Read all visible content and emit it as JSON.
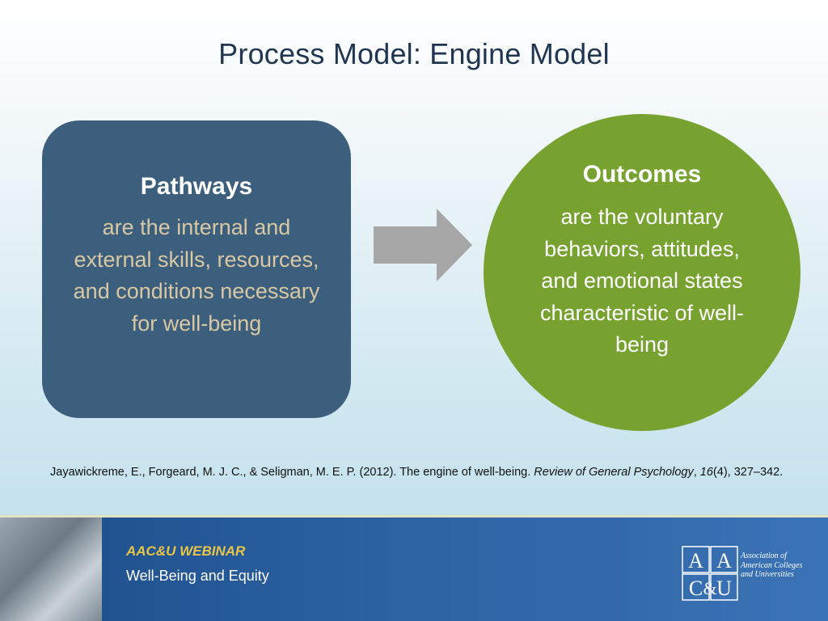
{
  "slide": {
    "title": "Process Model: Engine Model"
  },
  "pathways": {
    "heading": "Pathways",
    "text": "are the internal and external skills, resources, and conditions necessary for well-being",
    "box_color": "#3b5f7d",
    "text_color": "#d9c8a3"
  },
  "arrow": {
    "icon": "right-arrow-icon",
    "color": "#a6a6a6"
  },
  "outcomes": {
    "heading": "Outcomes",
    "text": "are the voluntary behaviors, attitudes, and emotional states characteristic of well-being",
    "circle_color": "#78a22f"
  },
  "citation": {
    "authors_year": "Jayawickreme, E., Forgeard, M. J. C., & Seligman, M. E. P. (2012). The engine of well-being. ",
    "journal": "Review of General Psychology",
    "sep1": ", ",
    "volume": "16",
    "issue": "(4), 327–342."
  },
  "footer": {
    "webinar_label": "AAC&U WEBINAR",
    "webinar_title": "Well-Being and Equity",
    "logo_letters": [
      "A",
      "A",
      "C",
      "U"
    ],
    "logo_text": "Association of American Colleges and Universities",
    "accent_color": "#e8c547"
  }
}
